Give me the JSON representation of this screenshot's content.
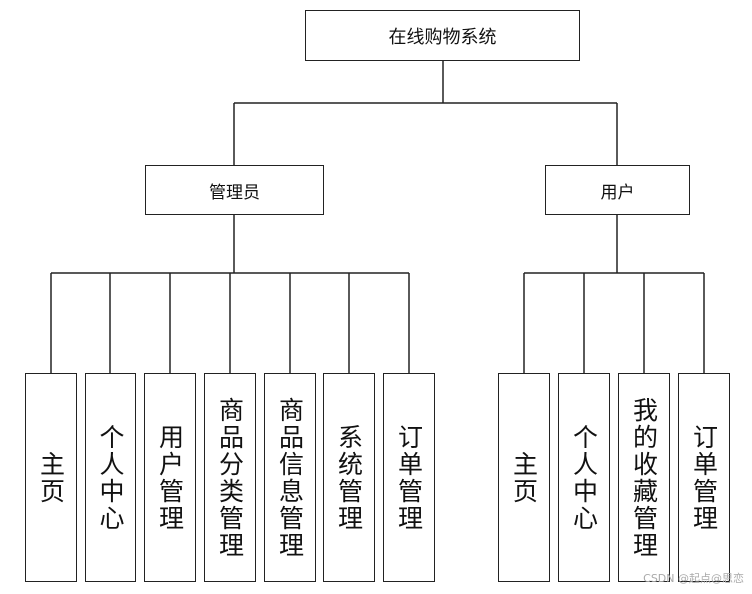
{
  "root": {
    "label": "在线购物系统"
  },
  "admin": {
    "label": "管理员",
    "children": [
      "主页",
      "个人中心",
      "用户管理",
      "商品分类管理",
      "商品信息管理",
      "系统管理",
      "订单管理"
    ]
  },
  "user": {
    "label": "用户",
    "children": [
      "主页",
      "个人中心",
      "我的收藏管理",
      "订单管理"
    ]
  },
  "watermark": "CSDN @起点@思恋"
}
